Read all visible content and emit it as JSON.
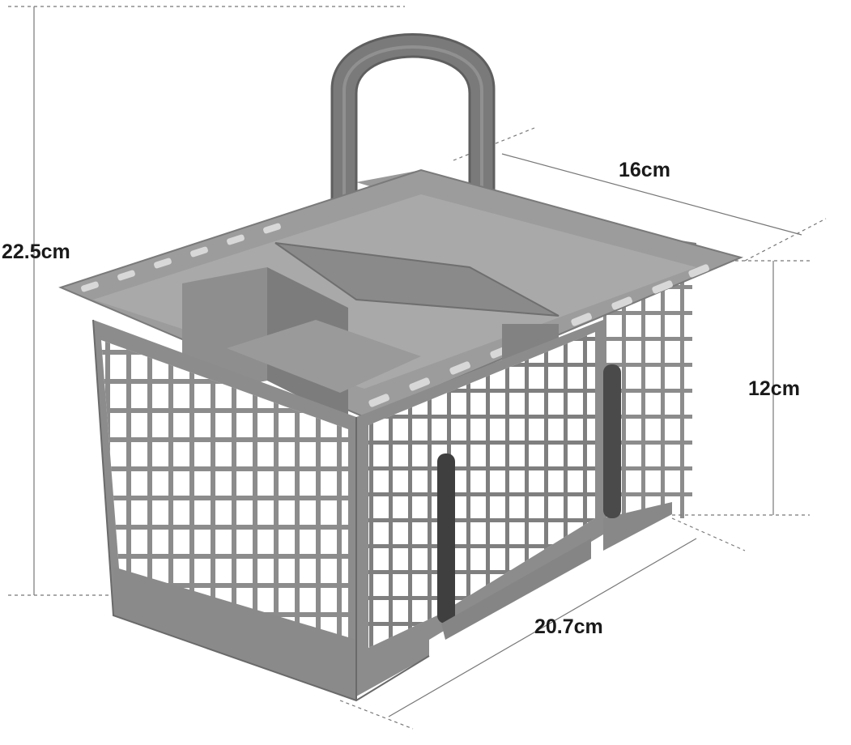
{
  "product": {
    "item": "dishwasher cutlery basket with carry handle and four compartments",
    "color": "#8a8a8a"
  },
  "dimensions": {
    "height_total": "22.5cm",
    "depth": "16cm",
    "height_basket": "12cm",
    "width": "20.7cm"
  },
  "colors": {
    "plastic": "#8c8c8c",
    "plastic_dark": "#6e6e6e",
    "plastic_light": "#a4a4a4",
    "dimension_line": "#777777",
    "label": "#1a1a1a"
  }
}
